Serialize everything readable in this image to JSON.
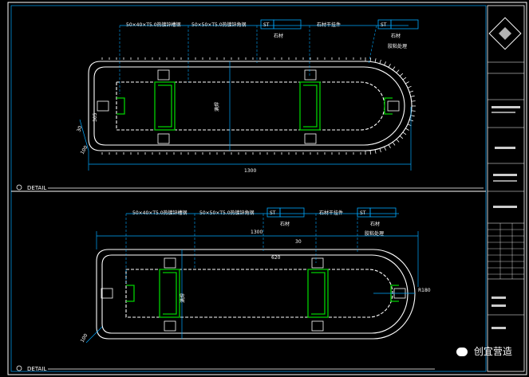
{
  "top_detail": {
    "callout_channel": "50×40×T5.0热镀锌槽钢",
    "callout_angle": "50×50×T5.0热镀锌角钢",
    "tag_st1": "ST",
    "label_stone": "石材",
    "callout_hanger": "石材干挂件",
    "tag_st2": "ST",
    "label_stone2": "石材",
    "label_finish": "胶粘处理",
    "dim_total": "1300",
    "dim_small1": "30",
    "dim_small2": "100",
    "dim_side": "305",
    "center_label": "满焊",
    "section_title": "DETAIL"
  },
  "bottom_detail": {
    "callout_channel": "50×40×T5.0热镀锌槽钢",
    "callout_angle": "50×50×T5.0热镀锌角钢",
    "tag_st1": "ST",
    "label_stone": "石材",
    "callout_hanger": "石材干挂件",
    "tag_st2": "ST",
    "label_stone2": "石材",
    "label_finish": "胶粘处理",
    "dim_total": "1300",
    "dim_angle": "30",
    "dim_inner": "620",
    "dim_radius": "R180",
    "dim_corner": "100",
    "center_label": "满焊",
    "section_title": "DETAIL"
  },
  "watermark": {
    "brand": "创宜营造",
    "icon": "wechat-icon"
  },
  "title_block": {
    "logo_icon": "company-logo-icon"
  },
  "colors": {
    "background": "#000000",
    "dimension": "#00a8ff",
    "steel": "#00d000",
    "outline": "#ffffff"
  }
}
